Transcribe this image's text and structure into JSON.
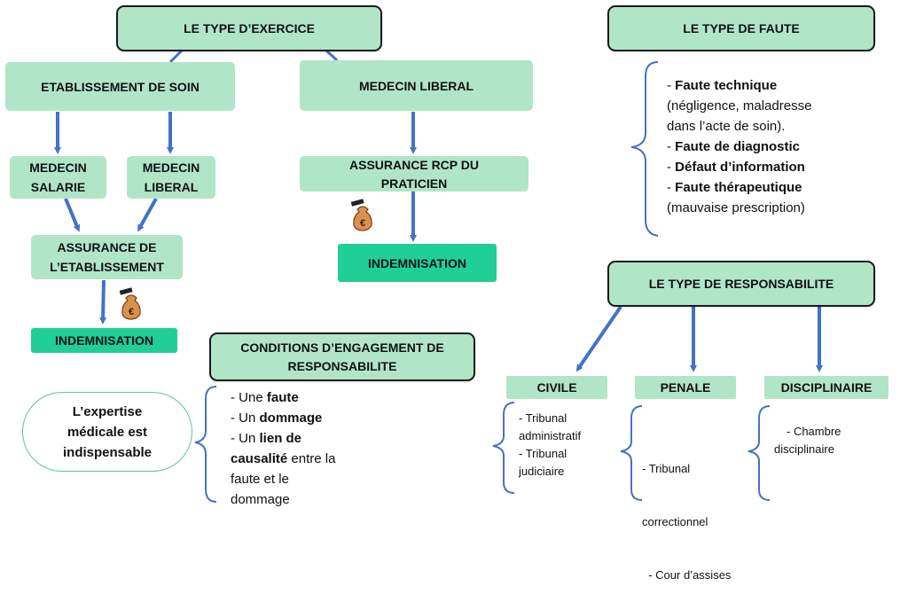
{
  "colors": {
    "box_fill": "#b1e5c8",
    "indemnisation_fill": "#1fcf96",
    "arrow": "#4472c4",
    "brace": "#4472c4",
    "ellipse_border": "#5cc3a4"
  },
  "titles": {
    "type_exercice": "LE TYPE D’EXERCICE",
    "type_faute": "LE TYPE DE FAUTE",
    "type_responsabilite": "LE TYPE DE RESPONSABILITE",
    "conditions_line1": "CONDITIONS D’ENGAGEMENT DE",
    "conditions_line2": "RESPONSABILITE"
  },
  "exercice": {
    "etablissement": "ETABLISSEMENT DE SOIN",
    "liberal": "MEDECIN LIBERAL",
    "salarie_line1": "MEDECIN",
    "salarie_line2": "SALARIE",
    "med_liberal_line1": "MEDECIN",
    "med_liberal_line2": "LIBERAL",
    "assurance_etab_line1": "ASSURANCE DE",
    "assurance_etab_line2": "L’ETABLISSEMENT",
    "assurance_rcp_line1": "ASSURANCE RCP DU",
    "assurance_rcp_line2": "PRATICIEN",
    "indemnisation_left": "INDEMNISATION",
    "indemnisation_right": "INDEMNISATION",
    "money_icon": "money-bag-euro-icon"
  },
  "faute": {
    "technique_prefix": "- ",
    "technique": "Faute technique",
    "technique_detail_1": "(négligence, maladresse",
    "technique_detail_2": "dans l’acte de soin).",
    "diagnostic_prefix": "- ",
    "diagnostic": "Faute de diagnostic",
    "information_prefix": "- ",
    "information": "Défaut d’information",
    "therapeutique_prefix": "- ",
    "therapeutique": "Faute thérapeutique",
    "therapeutique_detail": "(mauvaise prescription)"
  },
  "conditions": {
    "faute_prefix": "- Une ",
    "faute": "faute",
    "dommage_prefix": "- Un ",
    "dommage": "dommage",
    "lien_prefix": "- Un ",
    "lien_bold_1": "lien de",
    "lien_bold_2": "causalité",
    "lien_rest_1": " entre la",
    "lien_rest_2": "faute et le",
    "lien_rest_3": "dommage"
  },
  "expertise": {
    "line1": "L’expertise",
    "line2": "médicale est",
    "line3": "indispensable"
  },
  "responsabilite": {
    "civile": "CIVILE",
    "penale": "PENALE",
    "disciplinaire": "DISCIPLINAIRE",
    "civile_items": [
      "- Tribunal",
      "administratif",
      "- Tribunal",
      "judiciaire"
    ],
    "penale_items": [
      "- Tribunal",
      "correctionnel",
      "  - Cour d’assises"
    ],
    "disciplinaire_items": [
      "- Chambre",
      "disciplinaire"
    ]
  }
}
